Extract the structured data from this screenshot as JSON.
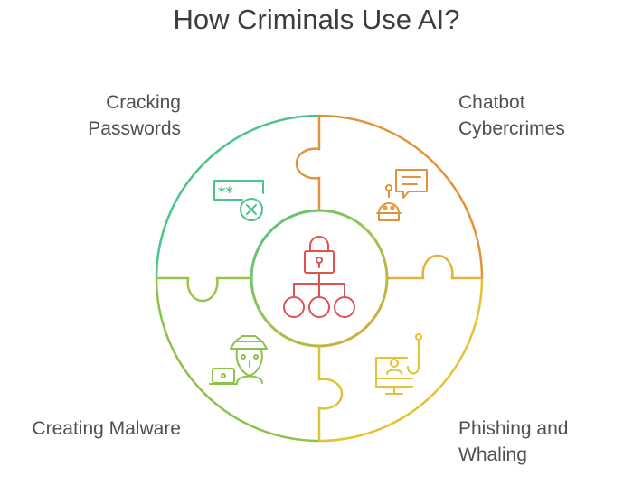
{
  "title": "How Criminals Use AI?",
  "segments": [
    {
      "id": "cracking",
      "lines": [
        "Cracking",
        "Passwords"
      ],
      "color": "#4cc38a",
      "icon": "password-icon"
    },
    {
      "id": "chatbot",
      "lines": [
        "Chatbot",
        "Cybercrimes"
      ],
      "color": "#e0943a",
      "icon": "chatbot-icon"
    },
    {
      "id": "malware",
      "lines": [
        "Creating Malware"
      ],
      "color": "#8cc24a",
      "icon": "hacker-icon"
    },
    {
      "id": "phishing",
      "lines": [
        "Phishing and",
        "Whaling"
      ],
      "color": "#e4c230",
      "icon": "phishing-icon"
    }
  ],
  "center": {
    "icon": "lock-network-icon",
    "color": "#e05252"
  }
}
